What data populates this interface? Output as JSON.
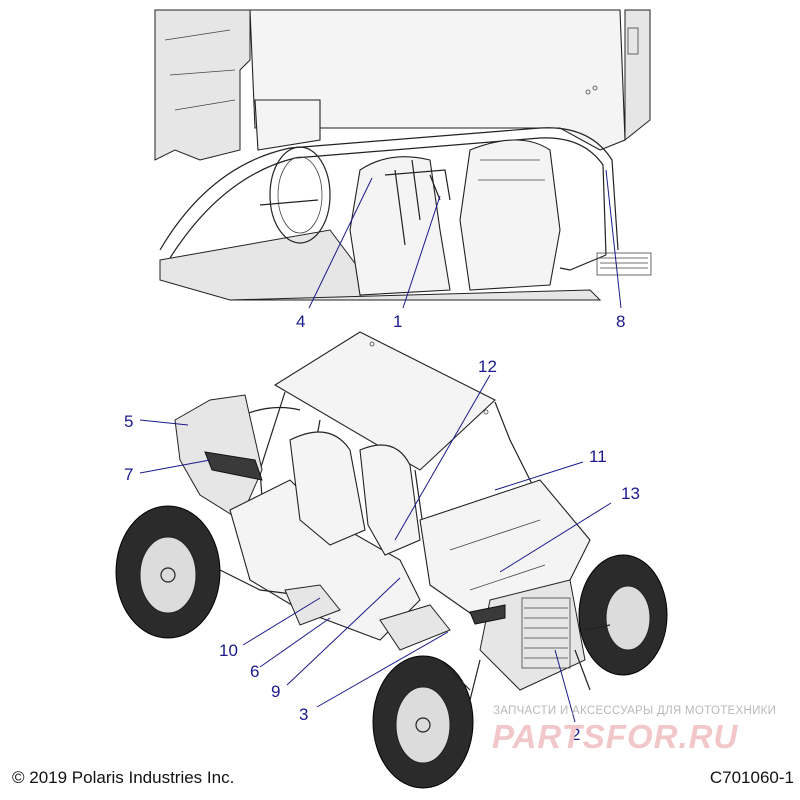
{
  "callouts": [
    {
      "id": "c4",
      "label": "4"
    },
    {
      "id": "c1",
      "label": "1"
    },
    {
      "id": "c8",
      "label": "8"
    },
    {
      "id": "c12",
      "label": "12"
    },
    {
      "id": "c5",
      "label": "5"
    },
    {
      "id": "c7",
      "label": "7"
    },
    {
      "id": "c11",
      "label": "11"
    },
    {
      "id": "c13",
      "label": "13"
    },
    {
      "id": "c10",
      "label": "10"
    },
    {
      "id": "c6",
      "label": "6"
    },
    {
      "id": "c9",
      "label": "9"
    },
    {
      "id": "c3",
      "label": "3"
    },
    {
      "id": "c2",
      "label": "2"
    }
  ],
  "footer": {
    "copyright": "© 2019 Polaris Industries Inc.",
    "code": "C701060-1"
  },
  "watermark": {
    "subtitle": "ЗАПЧАСТИ И АКСЕССУАРЫ ДЛЯ МОТОТЕХНИКИ",
    "brand": "PARTSFOR.RU",
    "color": "#f2c7c9"
  },
  "colors": {
    "callout": "#1a1a8c",
    "line_art": "#222222"
  }
}
